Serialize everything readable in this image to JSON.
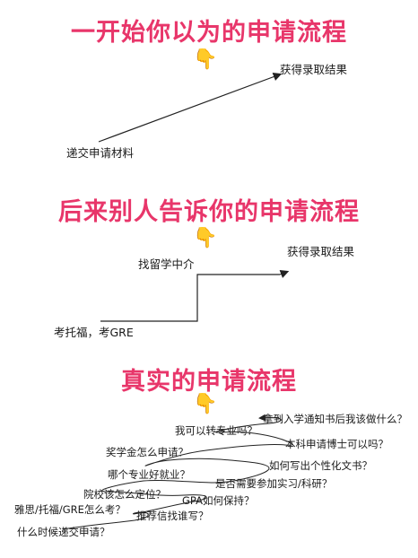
{
  "section1": {
    "title": "一开始你以为的申请流程",
    "hand": "👇",
    "start_label": "递交申请材料",
    "end_label": "获得录取结果"
  },
  "section2": {
    "title": "后来别人告诉你的申请流程",
    "hand": "👇",
    "start_label": "考托福，考GRE",
    "mid_label": "找留学中介",
    "end_label": "获得录取结果"
  },
  "section3": {
    "title": "真实的申请流程",
    "hand": "👇",
    "questions": [
      "我可以转专业吗？",
      "拿到入学通知书后我该做什么？",
      "本科申请博士可以吗？",
      "奖学金怎么申请？",
      "如何写出个性化文书？",
      "哪个专业好就业？",
      "是否需要参加实习/科研？",
      "院校该怎么定位？",
      "GPA如何保持？",
      "雅思/托福/GRE怎么考？",
      "推荐信找谁写？",
      "什么时候递交申请？"
    ]
  }
}
